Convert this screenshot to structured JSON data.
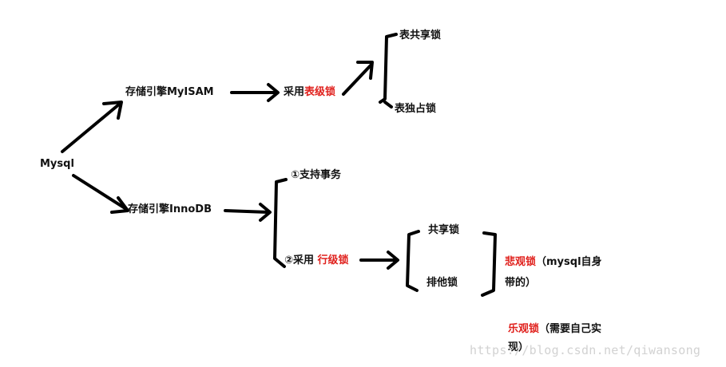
{
  "nodes": {
    "root": "Mysql",
    "myisam": "存储引擎MyISAM",
    "myisam_use_prefix": "采用",
    "myisam_use_lock": "表级锁",
    "table_shared_lock": "表共享锁",
    "table_exclusive_lock": "表独占锁",
    "innodb": "存储引擎InnoDB",
    "support_tx": "①支持事务",
    "innodb_use_prefix": "②采用",
    "innodb_use_lock": "行级锁",
    "shared_lock": "共享锁",
    "exclusive_lock": "排他锁",
    "pessimistic_lock": "悲观锁",
    "pessimistic_note_1": "（mysql自身",
    "pessimistic_note_2": "带的）",
    "optimistic_lock": "乐观锁",
    "optimistic_note_1": "（需要自己实",
    "optimistic_note_2": "现）"
  },
  "watermark": "https://blog.csdn.net/qiwansong",
  "colors": {
    "ink": "#111111",
    "highlight": "#e0201c",
    "watermark": "#d2d2d2"
  }
}
